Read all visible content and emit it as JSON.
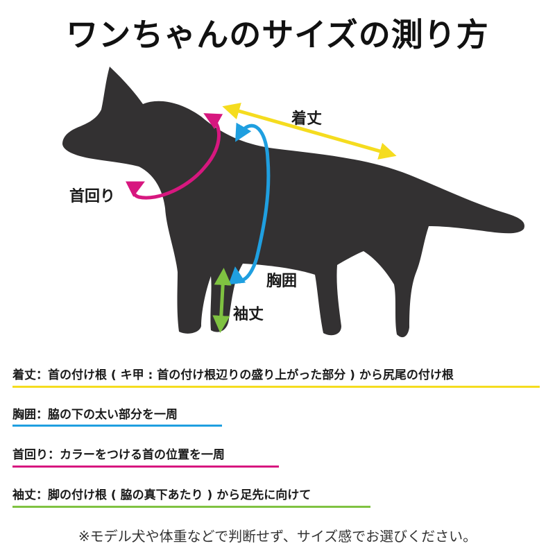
{
  "title": "ワンちゃんのサイズの測り方",
  "diagram": {
    "labels": {
      "length": "着丈",
      "neck": "首回り",
      "chest": "胸囲",
      "sleeve": "袖丈"
    },
    "colors": {
      "dog": "#333132",
      "length": "#f5dc1f",
      "neck": "#d7177f",
      "chest": "#1f9fe0",
      "sleeve": "#7fc241"
    }
  },
  "definitions": [
    {
      "text": "着丈：首の付け根 ( キ甲 : 首の付け根辺りの盛り上がった部分 ) から尻尾の付け根",
      "color": "#f5dc1f"
    },
    {
      "text": "胸囲：脇の下の太い部分を一周",
      "color": "#1f9fe0"
    },
    {
      "text": "首回り：カラーをつける首の位置を一周",
      "color": "#d7177f"
    },
    {
      "text": "袖丈：脚の付け根 ( 脇の真下あたり ) から足先に向けて",
      "color": "#7fc241"
    }
  ],
  "note": "※モデル犬や体重などで判断せず、サイズ感でお選びください。"
}
